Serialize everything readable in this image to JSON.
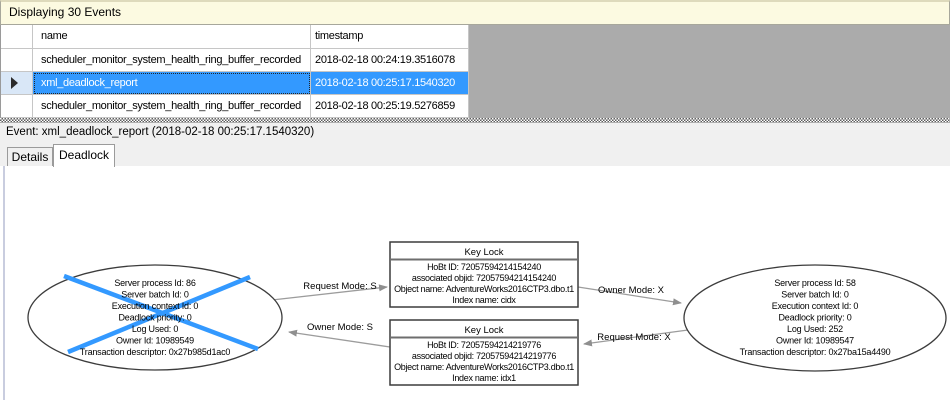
{
  "header": {
    "title": "Displaying 30 Events"
  },
  "grid": {
    "columns": [
      "name",
      "timestamp"
    ],
    "rows": [
      {
        "name": "scheduler_monitor_system_health_ring_buffer_recorded",
        "timestamp": "2018-02-18 00:24:19.3516078",
        "selected": false
      },
      {
        "name": "xml_deadlock_report",
        "timestamp": "2018-02-18 00:25:17.1540320",
        "selected": true
      },
      {
        "name": "scheduler_monitor_system_health_ring_buffer_recorded",
        "timestamp": "2018-02-18 00:25:19.5276859",
        "selected": false
      }
    ]
  },
  "event_bar": {
    "label": "Event: xml_deadlock_report (2018-02-18 00:25:17.1540320)"
  },
  "tabs": [
    {
      "label": "Details",
      "active": false
    },
    {
      "label": "Deadlock",
      "active": true
    }
  ],
  "graph": {
    "processes": [
      {
        "victim": true,
        "lines": [
          "Server process Id: 86",
          "Server batch Id: 0",
          "Execution context Id: 0",
          "Deadlock priority: 0",
          "Log Used: 0",
          "Owner Id: 10989549",
          "Transaction descriptor: 0x27b985d1ac0"
        ]
      },
      {
        "victim": false,
        "lines": [
          "Server process Id: 58",
          "Server batch Id: 0",
          "Execution context Id: 0",
          "Deadlock priority: 0",
          "Log Used: 252",
          "Owner Id: 10989547",
          "Transaction descriptor: 0x27ba15a4490"
        ]
      }
    ],
    "resources": [
      {
        "title": "Key Lock",
        "lines": [
          "HoBt ID: 72057594214154240",
          "associated objid: 72057594214154240",
          "Object name: AdventureWorks2016CTP3.dbo.t1",
          "Index name: cidx"
        ]
      },
      {
        "title": "Key Lock",
        "lines": [
          "HoBt ID: 72057594214219776",
          "associated objid: 72057594214219776",
          "Object name: AdventureWorks2016CTP3.dbo.t1",
          "Index name: idx1"
        ]
      }
    ],
    "edges": [
      {
        "label": "Request Mode: S"
      },
      {
        "label": "Owner Mode: S"
      },
      {
        "label": "Owner Mode: X"
      },
      {
        "label": "Request Mode: X"
      }
    ]
  },
  "colors": {
    "selection_blue": "#3399FF",
    "victim_cross_blue": "#3399FF",
    "title_bar_bg": "#FCFAE1",
    "grid_void_gray": "#ABABAB",
    "panel_gray": "#F0F0F0",
    "pane_accent": "#C9CDDF"
  }
}
